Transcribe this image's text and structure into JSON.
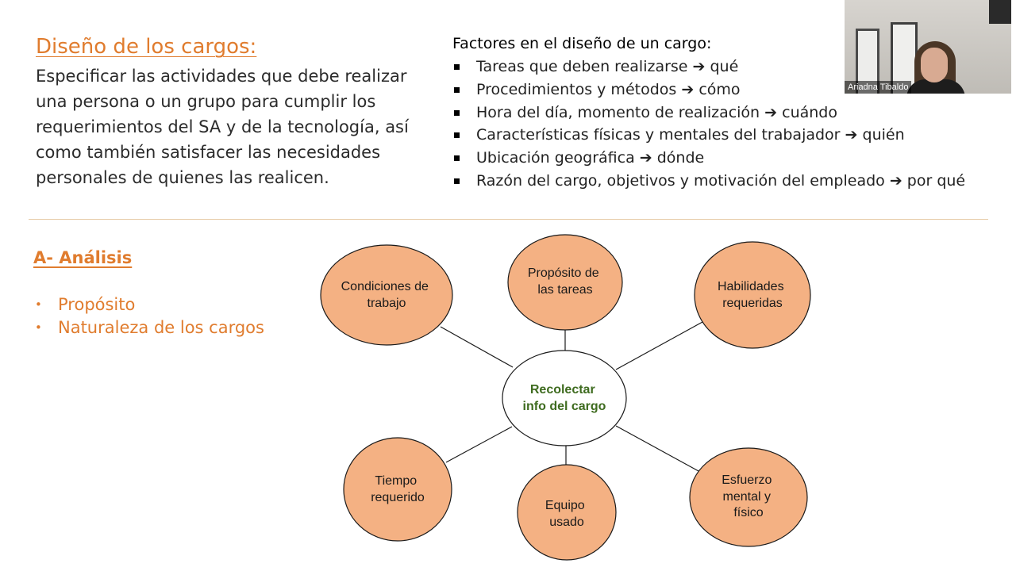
{
  "slide": {
    "title": "Diseño de los cargos:",
    "body": " Especificar las actividades que debe realizar una persona o un grupo para cumplir los requerimientos del SA y de la tecnología, así como también satisfacer las necesidades personales de quienes las realicen.",
    "factors_title": "Factores en el diseño de un cargo:",
    "factors": [
      {
        "text": "Tareas que deben realizarse",
        "answer": "qué"
      },
      {
        "text": "Procedimientos y métodos",
        "answer": "cómo"
      },
      {
        "text": "Hora del día, momento de realización",
        "answer": "cuándo"
      },
      {
        "text": "Características físicas y mentales del trabajador",
        "answer": "quién"
      },
      {
        "text": "Ubicación geográfica",
        "answer": "dónde"
      },
      {
        "text": "Razón del cargo, objetivos y motivación del empleado",
        "answer": "por qué"
      }
    ],
    "arrow_symbol": "➔",
    "analysis_title": "A- Análisis",
    "analysis_items": [
      "Propósito",
      "Naturaleza de los cargos"
    ],
    "bullet_symbol": "•",
    "colors": {
      "accent": "#e07c2e",
      "node_fill": "#f4b183",
      "center_text": "#3e6b1f",
      "divider": "#e6c9a5"
    }
  },
  "diagram": {
    "center": [
      "Recolectar",
      "info del cargo"
    ],
    "nodes": [
      {
        "id": "condiciones",
        "lines": [
          "Condiciones de",
          "trabajo"
        ]
      },
      {
        "id": "proposito",
        "lines": [
          "Propósito de",
          "las tareas"
        ]
      },
      {
        "id": "habilidades",
        "lines": [
          "Habilidades",
          "requeridas"
        ]
      },
      {
        "id": "tiempo",
        "lines": [
          "Tiempo",
          "requerido"
        ]
      },
      {
        "id": "equipo",
        "lines": [
          "Equipo",
          "usado"
        ]
      },
      {
        "id": "esfuerzo",
        "lines": [
          "Esfuerzo",
          "mental y",
          "físico"
        ]
      }
    ]
  },
  "webcam": {
    "participant_name": "Ariadna Tibaldo"
  }
}
